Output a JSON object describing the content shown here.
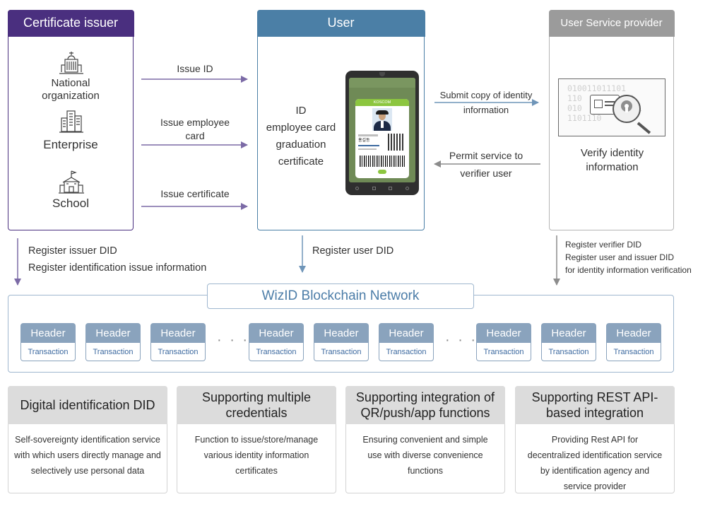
{
  "issuer": {
    "title": "Certificate issuer",
    "entities": [
      {
        "label": "National organization",
        "icon": "government-building-icon"
      },
      {
        "label": "Enterprise",
        "icon": "office-building-icon"
      },
      {
        "label": "School",
        "icon": "school-building-icon"
      }
    ]
  },
  "user": {
    "title": "User",
    "credential_lines": [
      "ID",
      "employee card",
      "graduation",
      "certificate"
    ],
    "phone": {
      "card_header": "KOSCOM",
      "card_name": "홍길동"
    }
  },
  "provider": {
    "title": "User Service provider",
    "verify_label": "Verify identity information",
    "binary_text": [
      "010011011101",
      "110",
      "00",
      "010",
      "1",
      "1101110"
    ]
  },
  "arrows": {
    "issue_id": "Issue ID",
    "issue_employee_card": "Issue employee card",
    "issue_certificate": "Issue certificate",
    "submit_copy": "Submit copy of identity information",
    "permit_service": "Permit service to verifier user",
    "register_issuer": [
      "Register issuer DID",
      "Register identification issue information"
    ],
    "register_user": "Register user DID",
    "register_verifier": [
      "Register verifier DID",
      "Register user and issuer DID",
      "for identity information verification"
    ]
  },
  "blockchain": {
    "title": "WizID Blockchain Network",
    "block_header": "Header",
    "block_transaction": "Transaction",
    "ellipsis": "· · ·"
  },
  "features": [
    {
      "title": "Digital identification DID",
      "body": "Self-sovereignty identification service with which users directly manage and selectively use personal data"
    },
    {
      "title": "Supporting multiple credentials",
      "body": "Function to issue/store/manage various identity information certificates"
    },
    {
      "title": "Supporting integration of QR/push/app functions",
      "body": "Ensuring convenient and simple use with diverse convenience functions"
    },
    {
      "title": "Supporting REST API-based integration",
      "body": "Providing Rest API for decentralized identification service by identification agency and service provider"
    }
  ],
  "colors": {
    "issuer": "#4a2f7f",
    "user": "#4b7fa6",
    "provider": "#9b9b9b",
    "issuer_arrow": "#7b6aa6",
    "user_arrow": "#6f95b8",
    "provider_arrow": "#8c8c8c",
    "block": "#8aa3bd",
    "blockchain_title": "#4c7da8"
  }
}
